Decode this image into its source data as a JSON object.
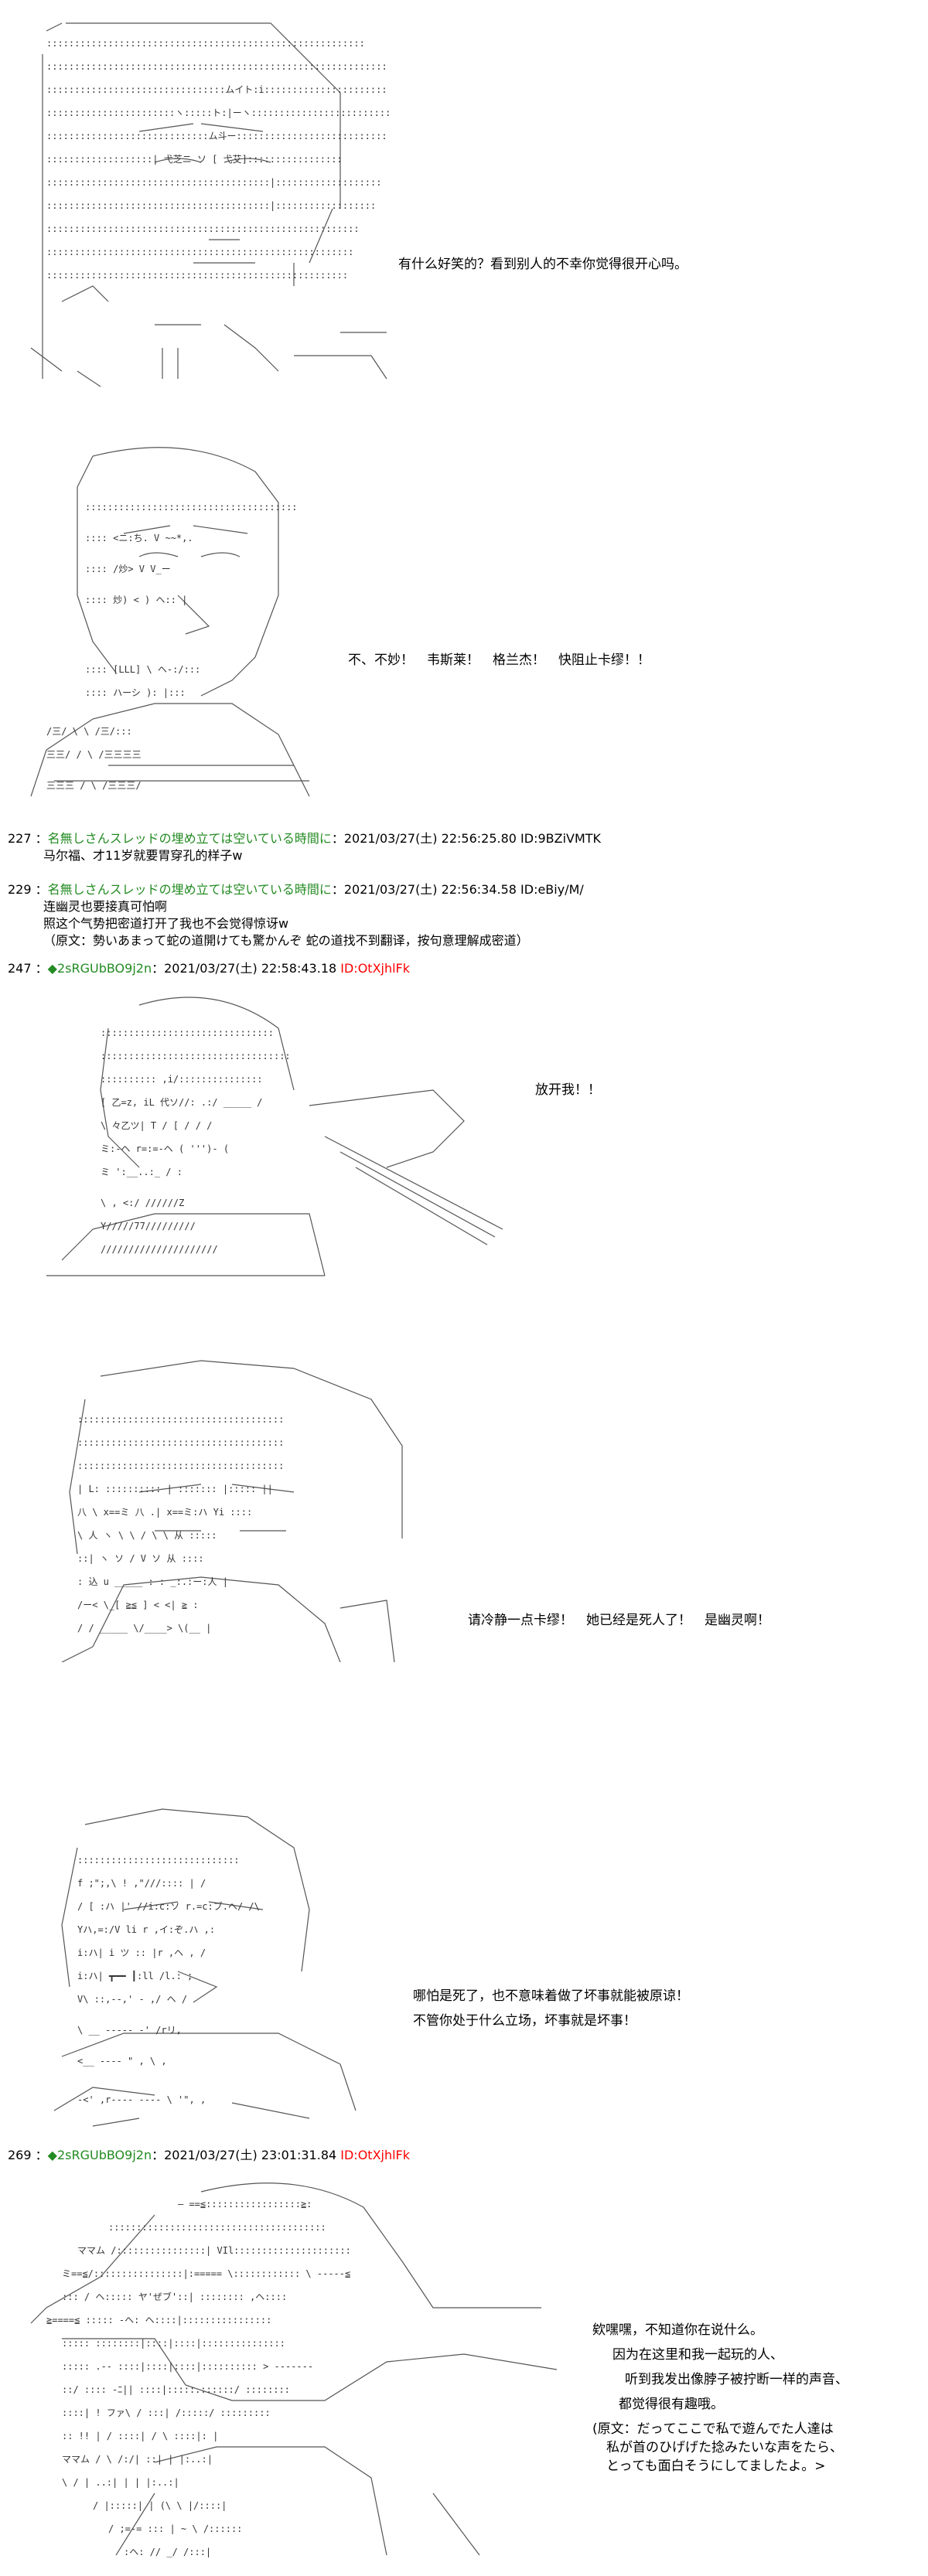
{
  "panels": [
    {
      "dialog": [
        "有什么好笑的？看到别人的不幸你觉得很开心吗。"
      ]
    },
    {
      "dialog": [
        "不、不妙！　韦斯莱！　格兰杰！　快阻止卡缪！！"
      ]
    },
    {
      "dialog": [
        "放开我！！"
      ]
    },
    {
      "dialog": [
        "请冷静一点卡缪！　她已经是死人了！　是幽灵啊！"
      ]
    },
    {
      "dialog": [
        "哪怕是死了，也不意味着做了坏事就能被原谅！",
        "不管你处于什么立场，坏事就是坏事！"
      ]
    },
    {
      "dialog": [
        "欸嘿嘿，不知道你在说什么。",
        "因为在这里和我一起玩的人、",
        "听到我发出像脖子被拧断一样的声音、",
        "都觉得很有趣哦。",
        "(原文：だってここで私で遊んでた人達は",
        "私が首のひげげた捻みたいな声をたら、",
        "とっても面白そうにしてましたよ。>"
      ]
    }
  ],
  "posts": [
    {
      "num": "227",
      "name": "名無しさんスレッドの埋め立ては空いている時間に",
      "meta": "：2021/03/27(土) 22:56:25.80 ID:9BZiVMTK",
      "body": [
        "马尔福、才11岁就要胃穿孔的样子w"
      ]
    },
    {
      "num": "229",
      "name": "名無しさんスレッドの埋め立ては空いている時間に",
      "meta": "：2021/03/27(土) 22:56:34.58 ID:eBiy/M/",
      "body": [
        "连幽灵也要接真可怕啊",
        "照这个气势把密道打开了我也不会觉得惊讶w",
        "（原文：勢いあまって蛇の道開けても驚かんぞ 蛇の道找不到翻译，按句意理解成密道）"
      ]
    },
    {
      "num": "247",
      "name": "◆2sRGUbBO9j2n",
      "meta": "：2021/03/27(土) 22:58:43.18 ",
      "id": "ID:OtXjhlFk",
      "body": []
    },
    {
      "num": "269",
      "name": "◆2sRGUbBO9j2n",
      "meta": "：2021/03/27(土) 23:01:31.84 ",
      "id": "ID:OtXjhlFk",
      "body": []
    }
  ]
}
